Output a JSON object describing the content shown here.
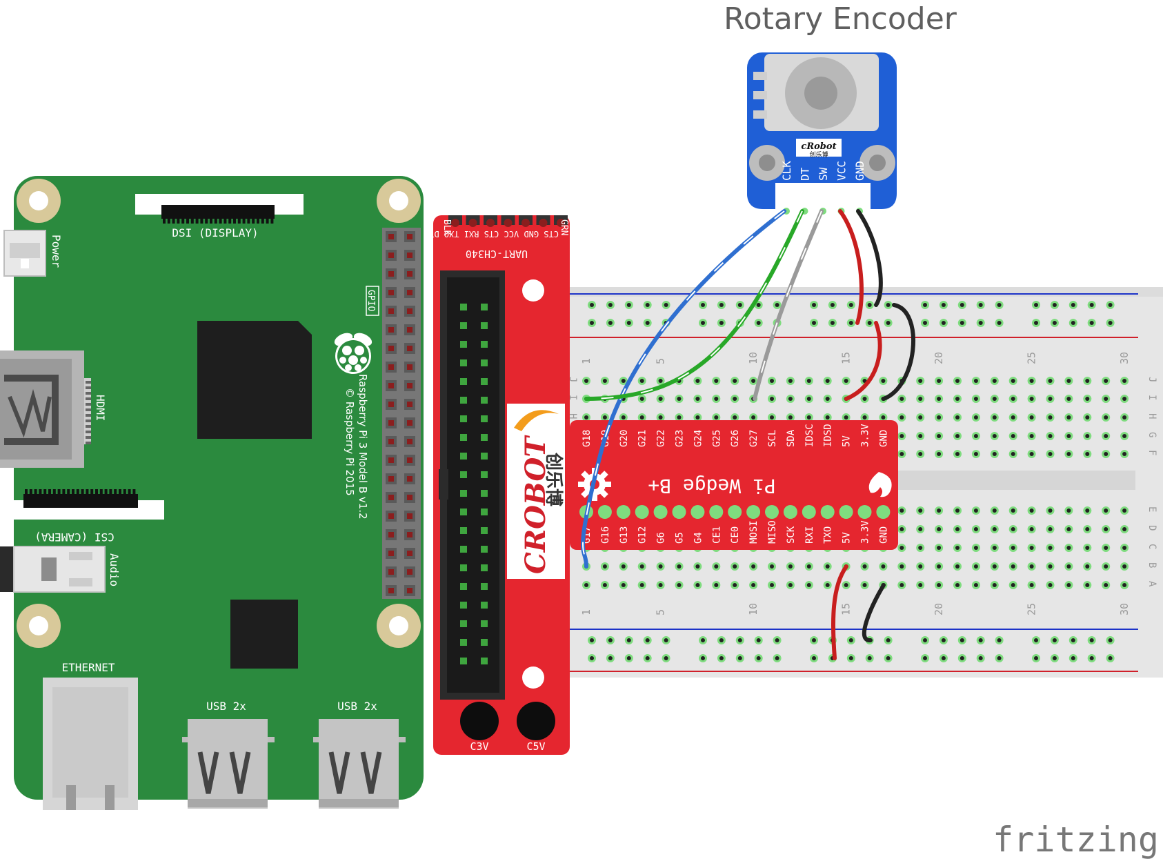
{
  "title": "Rotary Encoder",
  "watermark": "fritzing",
  "colors": {
    "pi_green": "#2b8a3e",
    "pi_green_dark": "#1f6e2f",
    "wedge_red": "#e5262f",
    "encoder_blue": "#1f5fd6",
    "breadboard": "#e6e6e6",
    "rail_blue": "#1c33c8",
    "rail_red": "#d0202a",
    "hole_green": "#7fdc7f",
    "wire_blue": "#2f6fd0",
    "wire_green": "#28a828",
    "wire_gray": "#9a9a9a",
    "wire_red": "#c81e1e",
    "wire_black": "#222222"
  },
  "raspberry_pi": {
    "dsi_label": "DSI (DISPLAY)",
    "power_label": "Power",
    "gpio_label": "GPIO",
    "hdmi_label": "HDMI",
    "csi_label": "CSI (CAMERA)",
    "audio_label": "Audio",
    "ethernet_label": "ETHERNET",
    "usb1_label": "USB 2x",
    "usb2_label": "USB 2x",
    "model_line1": "Raspberry Pi 3 Model B v1.2",
    "model_line2": "© Raspberry Pi 2015"
  },
  "adapter": {
    "uart_pins": "BLK CTS GND VCC CTS RXI TXO DTR GRN",
    "uart_pin_left": "BLK",
    "uart_pin_list": "CTS GND VCC CTS RXI TXO DTR",
    "uart_pin_right": "GRN",
    "uart_title": "UART-CH340",
    "brand": "CROBOT",
    "brand_cn": "创乐博",
    "cap_left": "C3V",
    "cap_right": "C5V"
  },
  "wedge": {
    "title": "Pi Wedge B+",
    "top_pins": [
      "G18",
      "G19",
      "G20",
      "G21",
      "G22",
      "G23",
      "G24",
      "G25",
      "G26",
      "G27",
      "SCL",
      "SDA",
      "IDSC",
      "IDSD",
      "5V",
      "3.3V",
      "GND"
    ],
    "bottom_pins": [
      "G17",
      "G16",
      "G13",
      "G12",
      "G6",
      "G5",
      "G4",
      "CE1",
      "CE0",
      "MOSI",
      "MISO",
      "SCK",
      "RXI",
      "TXO",
      "5V",
      "3.3V",
      "GND"
    ]
  },
  "encoder": {
    "brand": "cRobot",
    "brand_cn": "创乐博",
    "pins": [
      "CLK",
      "DT",
      "SW",
      "VCC",
      "GND"
    ]
  },
  "breadboard": {
    "column_numbers": [
      "1",
      "5",
      "10",
      "15",
      "20",
      "25",
      "30"
    ],
    "row_letters_top": [
      "J",
      "I",
      "H",
      "G",
      "F"
    ],
    "row_letters_bottom": [
      "E",
      "D",
      "C",
      "B",
      "A"
    ]
  }
}
